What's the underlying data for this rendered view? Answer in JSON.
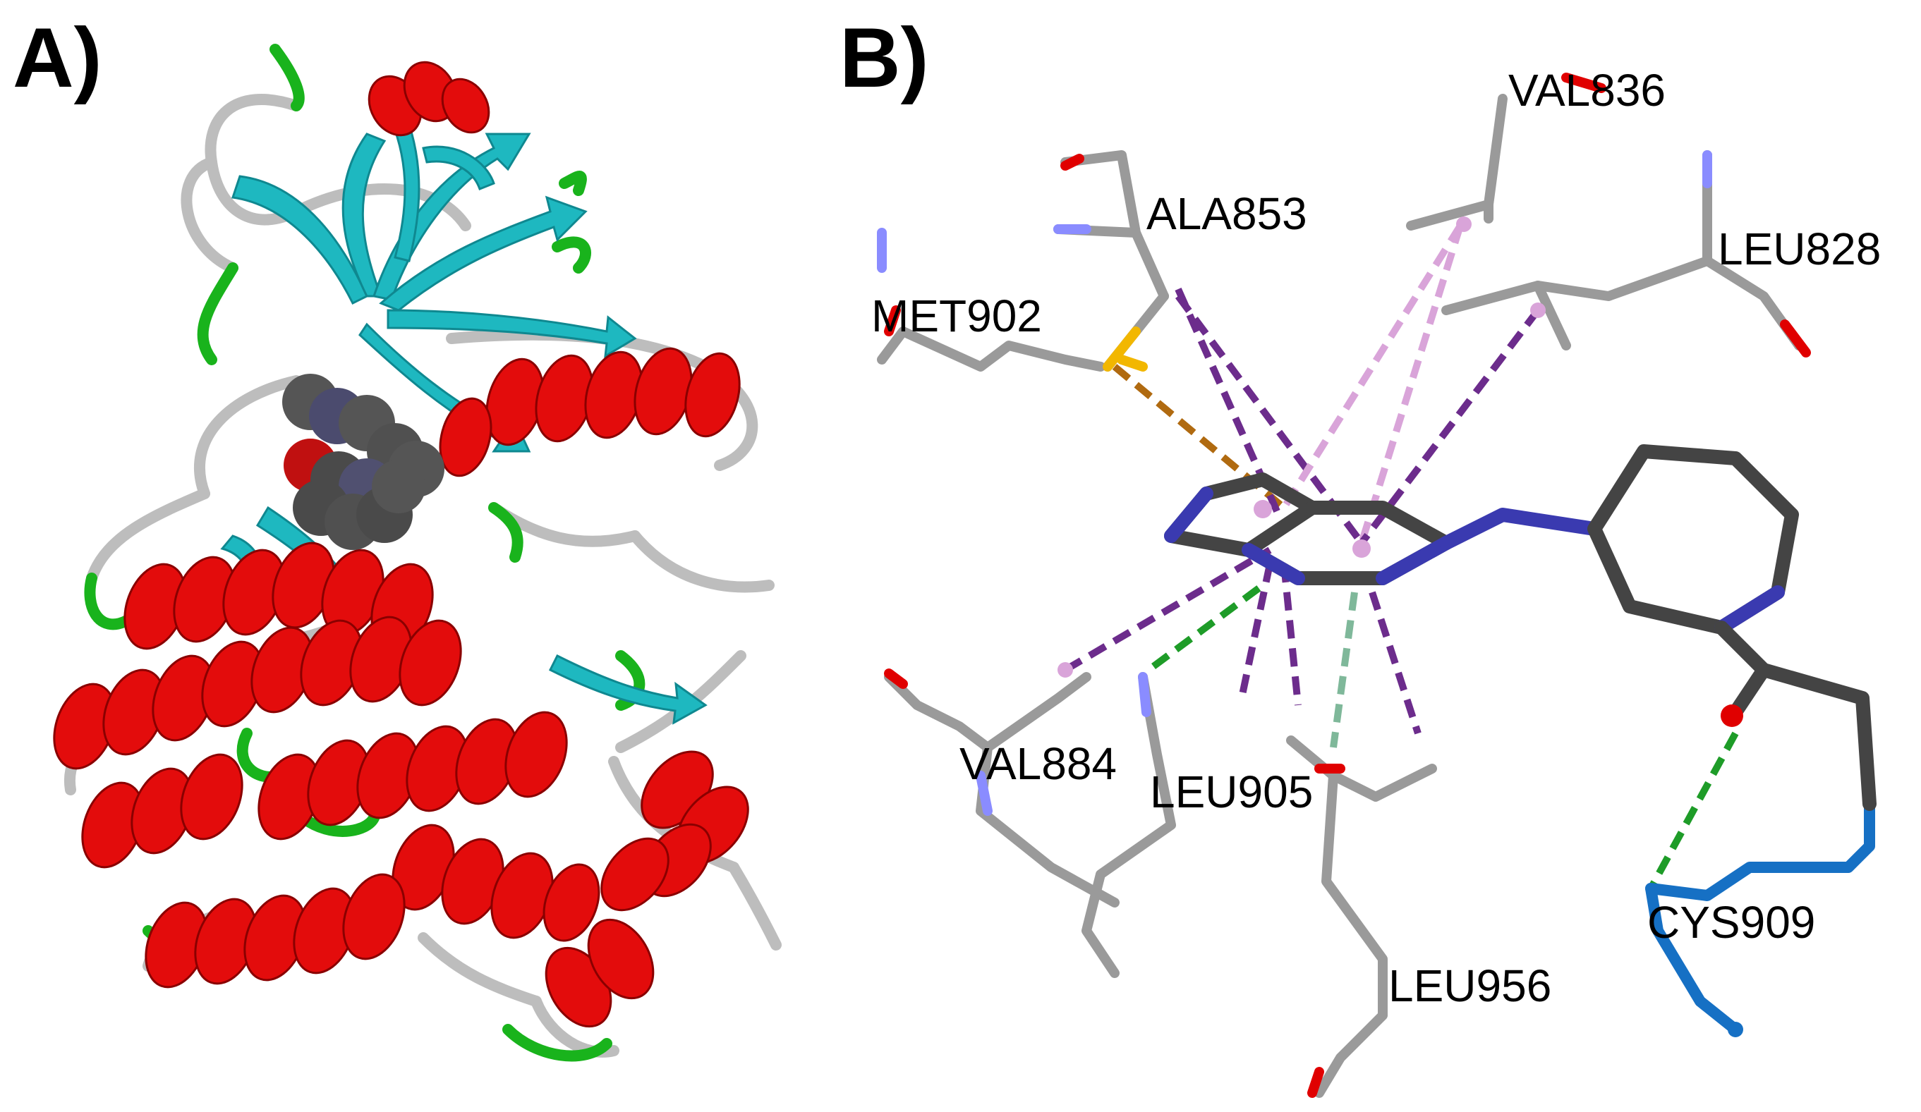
{
  "panels": {
    "a": {
      "label": "A)"
    },
    "b": {
      "label": "B)"
    }
  },
  "residues": {
    "val836": "VAL836",
    "ala853": "ALA853",
    "leu828": "LEU828",
    "met902": "MET902",
    "val884": "VAL884",
    "leu905": "LEU905",
    "leu956": "LEU956",
    "cys909": "CYS909"
  },
  "colors": {
    "helix": "#e30c0c",
    "strand": "#1eb8c0",
    "turn": "#19b31c",
    "coil": "#bdbdbd",
    "carbon_ligand": "#4a4a4a",
    "nitrogen": "#3a3ab0",
    "oxygen": "#e00000",
    "sulfur": "#f2b700",
    "residue_stick": "#9a9a9a",
    "cys_stick": "#1670c4",
    "hbond": "#1e9c28",
    "pi_alkyl": "#c58bc8",
    "pi_sigma": "#6c2c8c",
    "pi_sulfur": "#b06a10",
    "carbon_hbond": "#7fb89a"
  }
}
